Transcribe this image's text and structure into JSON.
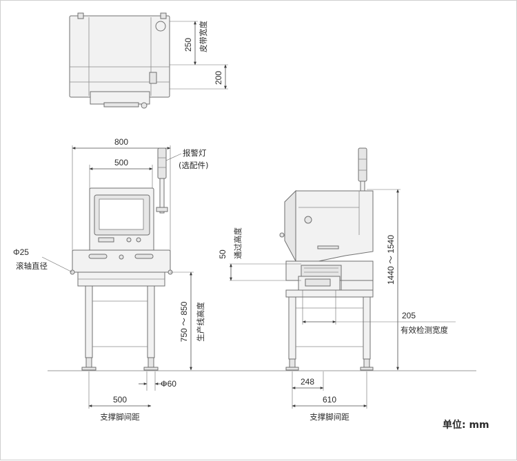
{
  "colors": {
    "machine_fill": "#f2f2f2",
    "machine_stroke": "#6f6f6f",
    "dimension_line": "#4a4a4a",
    "text": "#2a2a2a"
  },
  "top_view": {
    "dim_belt_width": "250",
    "label_belt_width": "皮带宽度",
    "dim_200": "200"
  },
  "front_view": {
    "dim_800": "800",
    "dim_500_top": "500",
    "alarm_light_label_1": "报警灯",
    "alarm_light_label_2": "(选配件)",
    "roller_dia_value": "Φ25",
    "roller_dia_label": "滚轴直径",
    "line_height_range": "750 ～ 850",
    "line_height_label": "生产线高度",
    "foot_dia": "Φ60",
    "support_spacing_value": "500",
    "support_spacing_label": "支撑脚间距"
  },
  "side_view": {
    "dim_50": "50",
    "pass_height_label": "通过高度",
    "height_range": "1440 ～ 1540",
    "effective_width_value": "205",
    "effective_width_label": "有效检测宽度",
    "dim_248": "248",
    "support_spacing_value": "610",
    "support_spacing_label": "支撑脚间距"
  },
  "unit_label": "单位: mm"
}
